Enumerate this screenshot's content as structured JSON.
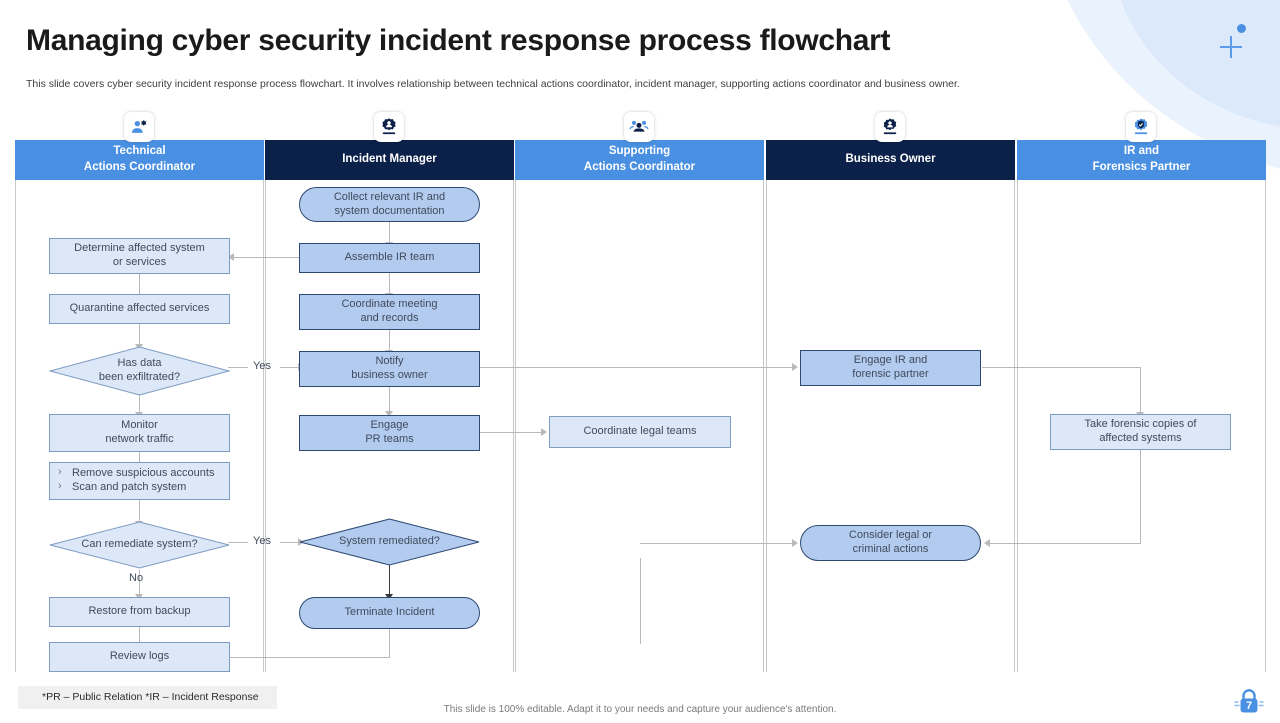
{
  "header": {
    "title": "Managing cyber security incident response process flowchart",
    "subtitle": "This slide covers cyber security incident response process flowchart. It involves relationship between technical actions coordinator, incident manager, supporting actions coordinator and business owner."
  },
  "colors": {
    "lane_light": "#4a90e2",
    "lane_dark": "#0c2149",
    "node_light_fill": "#dce7f8",
    "node_strong_fill": "#b3cbef",
    "node_border": "#2e4a73",
    "connector": "#b9b9b9"
  },
  "lanes": [
    {
      "id": "technical-actions-coordinator",
      "label": "Technical\nActions Coordinator",
      "line1": "Technical",
      "line2": "Actions Coordinator",
      "style": "light",
      "icon": "user-settings-icon"
    },
    {
      "id": "incident-manager",
      "label": "Incident Manager",
      "line1": "Incident Manager",
      "line2": "",
      "style": "dark",
      "icon": "gear-user-icon"
    },
    {
      "id": "supporting-actions-coordinator",
      "label": "Supporting\nActions Coordinator",
      "line1": "Supporting",
      "line2": "Actions Coordinator",
      "style": "light",
      "icon": "users-group-icon"
    },
    {
      "id": "business-owner",
      "label": "Business Owner",
      "line1": "Business Owner",
      "line2": "",
      "style": "dark",
      "icon": "gear-person-icon"
    },
    {
      "id": "ir-and-forensics-partner",
      "label": "IR and\nForensics Partner",
      "line1": "IR and",
      "line2": "Forensics Partner",
      "style": "light",
      "icon": "gear-shield-icon"
    }
  ],
  "nodes": {
    "determine_affected": {
      "line1": "Determine affected system",
      "line2": "or services"
    },
    "quarantine": {
      "line1": "Quarantine affected services",
      "line2": ""
    },
    "has_data_exfiltrated": {
      "line1": "Has data",
      "line2": "been exfiltrated?"
    },
    "monitor_traffic": {
      "line1": "Monitor",
      "line2": "network traffic"
    },
    "remediation_bullets": {
      "item1": "Remove suspicious accounts",
      "item2": "Scan and patch system"
    },
    "can_remediate": {
      "line1": "Can remediate system?",
      "line2": ""
    },
    "restore_backup": {
      "line1": "Restore from backup",
      "line2": ""
    },
    "review_logs": {
      "line1": "Review logs",
      "line2": ""
    },
    "collect_documentation": {
      "line1": "Collect relevant  IR and",
      "line2": "system documentation"
    },
    "assemble_team": {
      "line1": "Assemble IR team",
      "line2": ""
    },
    "coordinate_meeting": {
      "line1": "Coordinate  meeting",
      "line2": "and records"
    },
    "notify_owner": {
      "line1": "Notify",
      "line2": "business owner"
    },
    "engage_pr": {
      "line1": "Engage",
      "line2": "PR teams"
    },
    "system_remediated": {
      "line1": "System remediated?",
      "line2": ""
    },
    "terminate_incident": {
      "line1": "Terminate  Incident",
      "line2": ""
    },
    "coordinate_legal": {
      "line1": "Coordinate  legal teams",
      "line2": ""
    },
    "engage_ir_partner": {
      "line1": "Engage IR and",
      "line2": "forensic partner"
    },
    "consider_legal": {
      "line1": "Consider  legal or",
      "line2": "criminal actions"
    },
    "take_forensic_copies": {
      "line1": "Take forensic  copies of",
      "line2": "affected  systems"
    }
  },
  "edge_labels": {
    "exfiltrated_yes": "Yes",
    "remediate_yes": "Yes",
    "remediate_no": "No"
  },
  "footer": {
    "footnote": "*PR – Public Relation *IR – Incident Response",
    "note": "This slide is 100% editable. Adapt it to your needs and capture your audience's attention.",
    "badge_number": "7"
  }
}
